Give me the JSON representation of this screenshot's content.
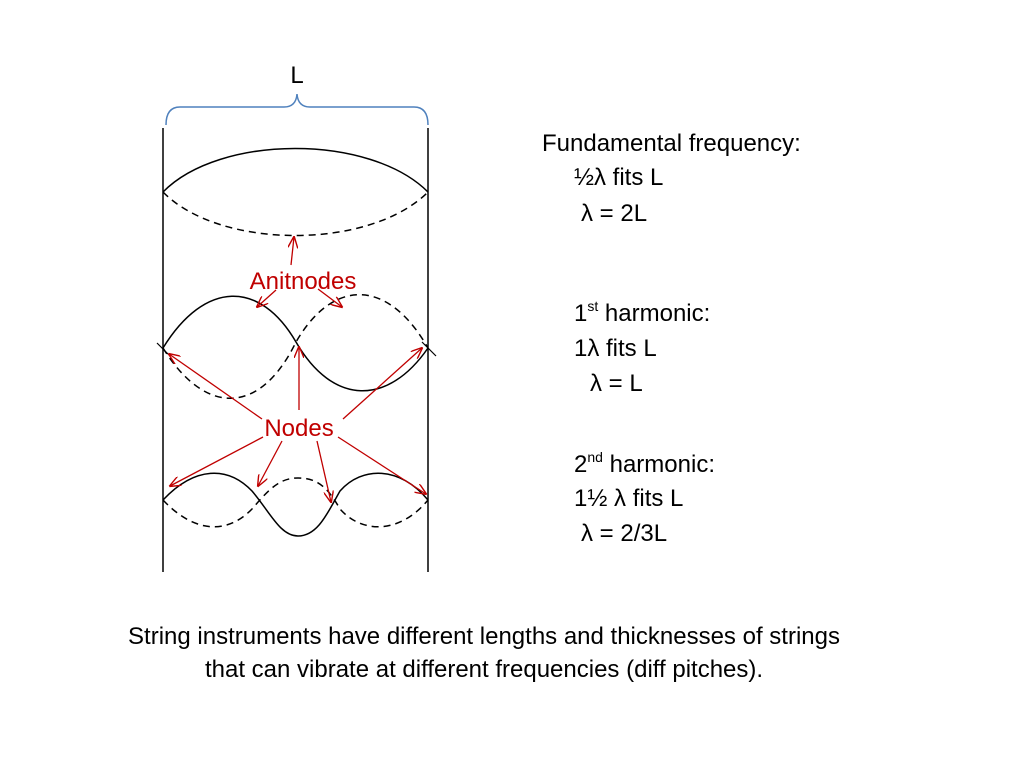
{
  "diagram": {
    "length_label": "L",
    "antinodes_label": "Anitnodes",
    "nodes_label": "Nodes",
    "annotation_color": "#c00000",
    "brace_color": "#4f81bd"
  },
  "fundamental": {
    "title": "Fundamental frequency:",
    "line1": "½λ fits L",
    "line2": "λ = 2L"
  },
  "first_harmonic": {
    "number": "1",
    "suffix": "st",
    "title_rest": " harmonic:",
    "line1": "1λ fits L",
    "line2": "λ = L"
  },
  "second_harmonic": {
    "number": "2",
    "suffix": "nd",
    "title_rest": " harmonic:",
    "line1": "1½ λ fits L",
    "line2": "λ = 2/3L"
  },
  "caption": {
    "line1": "String instruments have different lengths and thicknesses of strings",
    "line2": "that can vibrate at different frequencies (diff pitches)."
  }
}
